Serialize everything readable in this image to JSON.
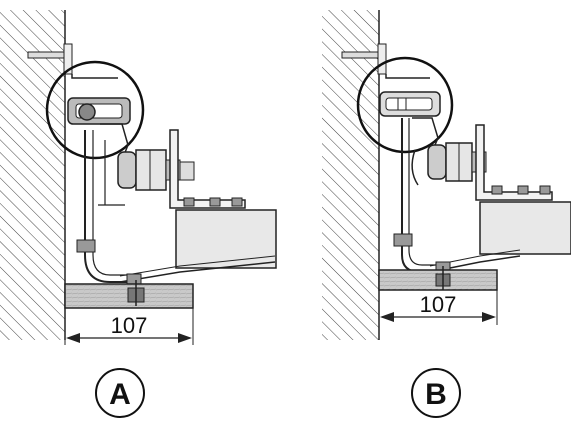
{
  "panels": [
    {
      "id": "A",
      "label": "A",
      "dimension": "107"
    },
    {
      "id": "B",
      "label": "B",
      "dimension": "107"
    }
  ]
}
